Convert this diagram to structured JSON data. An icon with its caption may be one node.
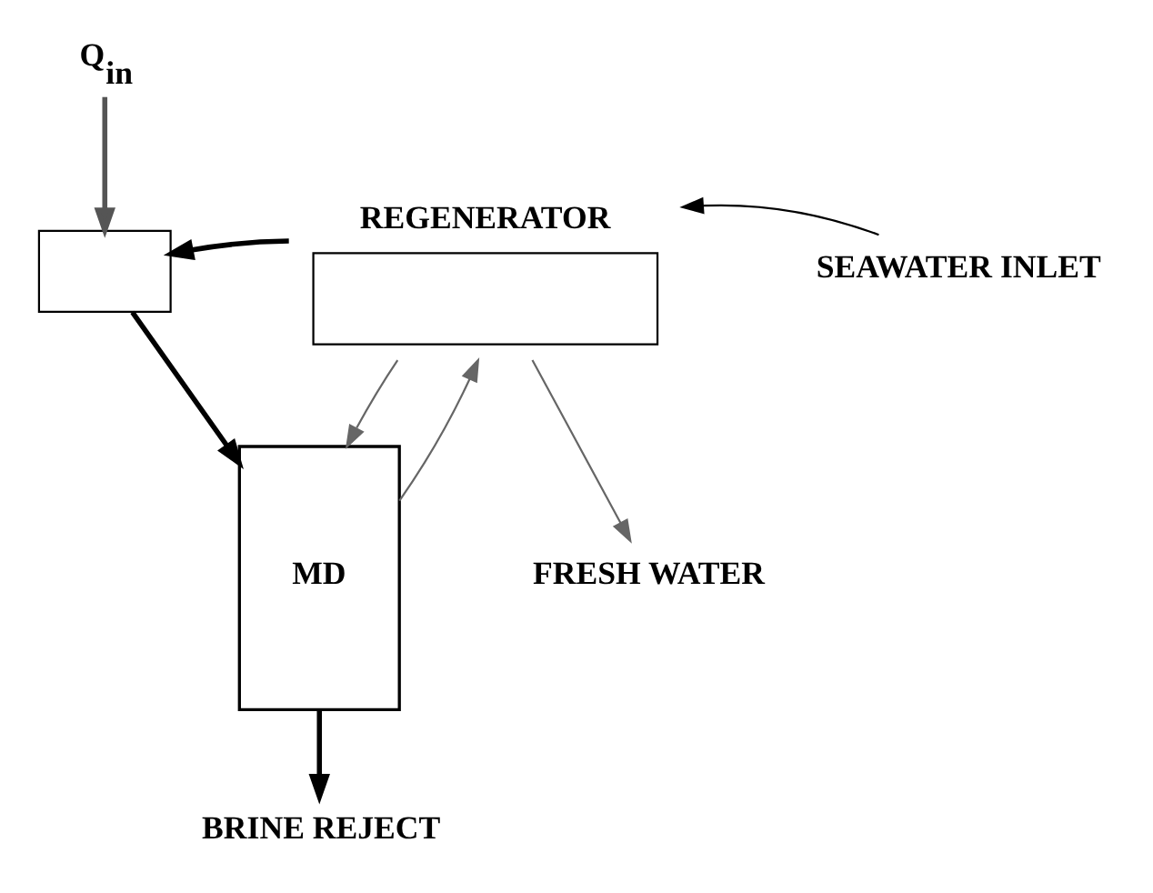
{
  "diagram": {
    "nodes": [
      {
        "text": [
          "Q$_{in}$"
        ]
      },
      {
        "text": [],
        "shape": "box"
      },
      {
        "text": [
          "REGENERATOR"
        ]
      },
      {
        "text": [
          "SEAWATER INLET"
        ]
      },
      {
        "text": [
          "MD"
        ]
      },
      {
        "text": [
          "BRINE REJECT"
        ]
      },
      {
        "text": [
          "FRESH WATER"
        ]
      }
    ],
    "edges": [
      {
        "from": 0,
        "to": 1,
        "arrow": "to",
        "style": "thick",
        "color": "#555555"
      },
      {
        "from": 3,
        "to": 2,
        "arrow": "to"
      },
      {
        "from": 2,
        "to": 1,
        "arrow": "to",
        "style": "thick"
      },
      {
        "from": 1,
        "to": 4,
        "arrow": "to",
        "style": "thick"
      },
      {
        "from": 4,
        "to": 5,
        "arrow": "to",
        "style": "thick"
      },
      {
        "from": 4,
        "to": 2,
        "arrow": "to",
        "color": "#666666"
      },
      {
        "from": 2,
        "to": 4,
        "arrow": "to",
        "color": "#666666"
      },
      {
        "from": 2,
        "to": 6,
        "arrow": "to",
        "color": "#666666"
      }
    ]
  }
}
